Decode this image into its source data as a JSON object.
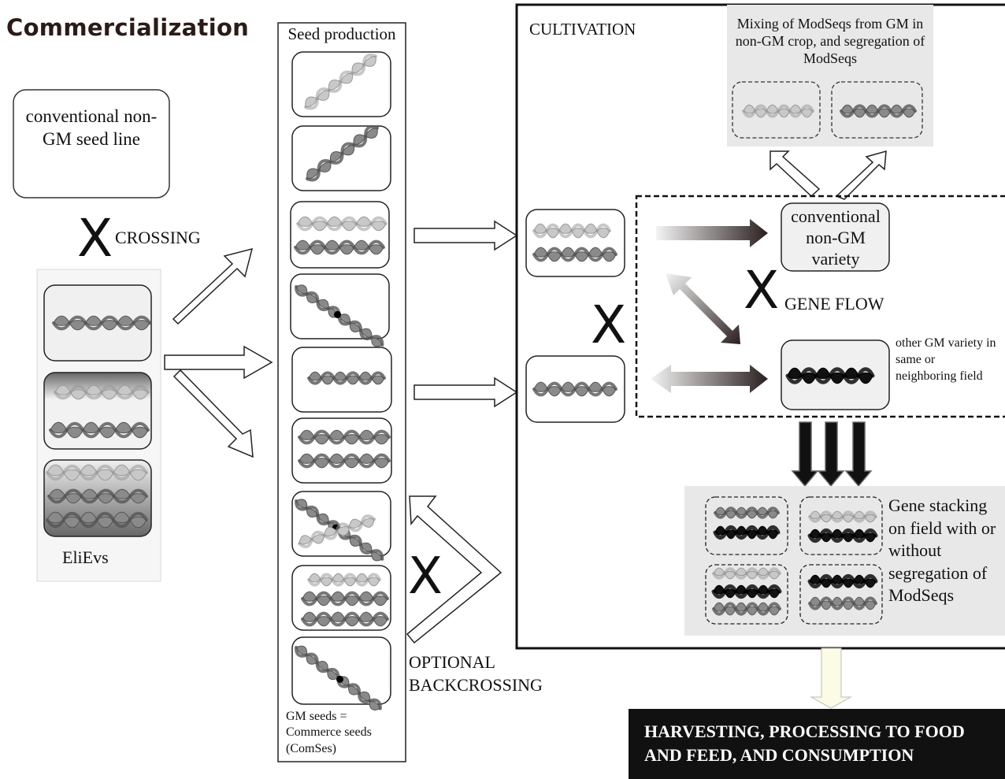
{
  "title": "Commercialization",
  "left": {
    "conventional_seed_line": "conventional non-GM seed line",
    "crossing_label": "CROSSING",
    "elievs_label": "EliEvs"
  },
  "seed_production": {
    "header": "Seed production",
    "footer": "GM seeds = Commerce seeds (ComSes)",
    "backcrossing_label": "OPTIONAL BACKCROSSING"
  },
  "cultivation": {
    "header": "CULTIVATION",
    "mixing_text": "Mixing of ModSeqs from GM in non-GM crop, and segregation of ModSeqs",
    "conventional_variety": "conventional non-GM variety",
    "gene_flow_label": "GENE FLOW",
    "other_gm_variety": "other GM variety in same or neighboring field",
    "gene_stacking": "Gene stacking on field with or without segregation of ModSeqs"
  },
  "harvest_label": "HARVESTING, PROCESSING TO FOOD AND FEED, AND CONSUMPTION",
  "colors": {
    "light_strand": "#c8c8c8",
    "mid_strand": "#8a8a8a",
    "dark_strand": "#111111",
    "panel_gray": "#e8e8e8",
    "harvest_bg": "#111111"
  }
}
